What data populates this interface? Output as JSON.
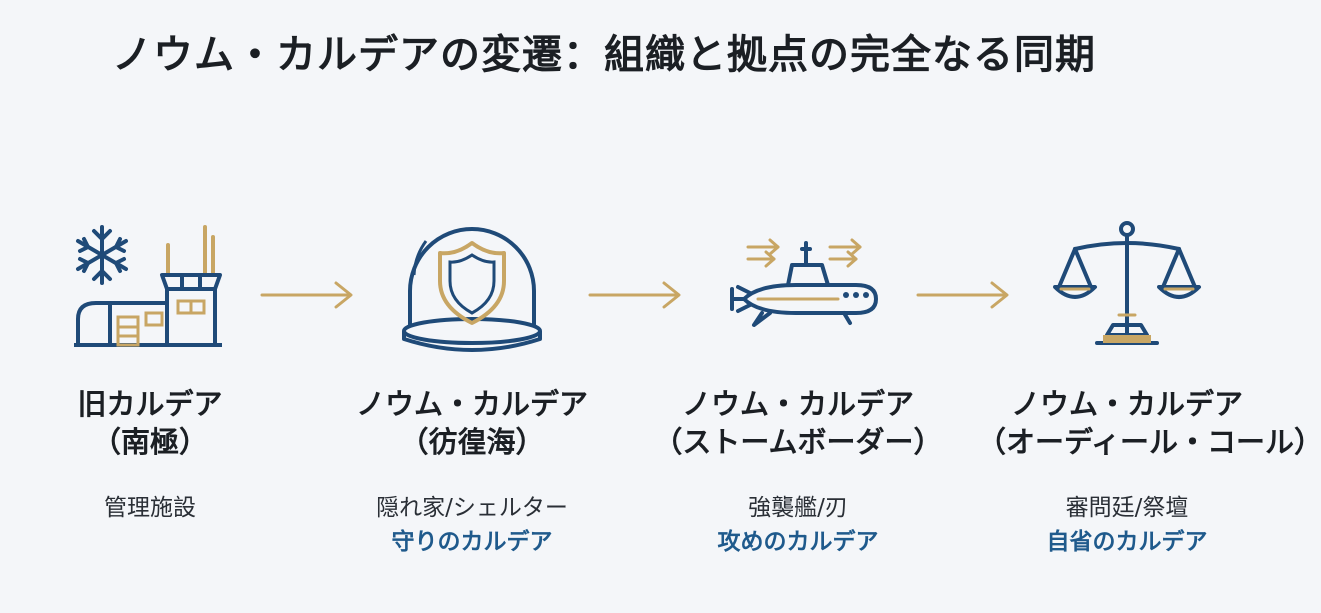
{
  "title": "ノウム・カルデアの変遷：組織と拠点の完全なる同期",
  "colors": {
    "navy": "#1f4a78",
    "gold": "#c8a664",
    "accent_text": "#1f5a8c",
    "background": "#f4f6f9"
  },
  "stages": [
    {
      "icon": "antarctic-base-icon",
      "name": "旧カルデア",
      "subtitle": "（南極）",
      "description": "管理施設",
      "role": ""
    },
    {
      "icon": "shield-dome-icon",
      "name": "ノウム・カルデア",
      "subtitle": "（彷徨海）",
      "description": "隠れ家/シェルター",
      "role": "守りのカルデア"
    },
    {
      "icon": "submarine-icon",
      "name": "ノウム・カルデア",
      "subtitle": "（ストームボーダー）",
      "description": "強襲艦/刃",
      "role": "攻めのカルデア"
    },
    {
      "icon": "scales-icon",
      "name": "ノウム・カルデア",
      "subtitle": "（オーディール・コール）",
      "description": "審問廷/祭壇",
      "role": "自省のカルデア"
    }
  ]
}
